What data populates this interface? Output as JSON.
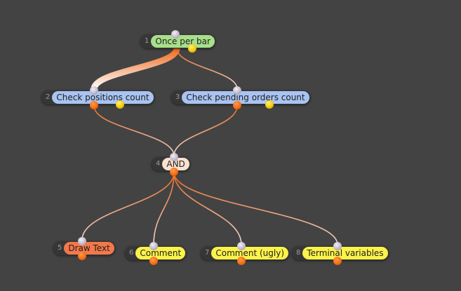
{
  "canvas": {
    "background": "#434343"
  },
  "colors": {
    "green": "#a8e08a",
    "blue": "#a9c4f2",
    "logic": "#fbe1cf",
    "red": "#f4784a",
    "yellow": "#fbf24a",
    "wire_orange": "#ee6a1c",
    "wire_light": "#f0d6d2"
  },
  "nodes": [
    {
      "id": "n1",
      "num": "1",
      "label": "Once per bar",
      "color": "green"
    },
    {
      "id": "n2",
      "num": "2",
      "label": "Check positions count",
      "color": "blue"
    },
    {
      "id": "n3",
      "num": "3",
      "label": "Check pending orders count",
      "color": "blue"
    },
    {
      "id": "n4",
      "num": "4",
      "label": "AND",
      "color": "logic"
    },
    {
      "id": "n5",
      "num": "5",
      "label": "Draw Text",
      "color": "red"
    },
    {
      "id": "n6",
      "num": "6",
      "label": "Comment",
      "color": "yellow"
    },
    {
      "id": "n7",
      "num": "7",
      "label": "Comment (ugly)",
      "color": "yellow"
    },
    {
      "id": "n8",
      "num": "8",
      "label": "Terminal variables",
      "color": "yellow"
    }
  ],
  "connections": [
    {
      "from": "n1",
      "to": "n2",
      "selected": true
    },
    {
      "from": "n1",
      "to": "n3",
      "selected": false
    },
    {
      "from": "n2",
      "to": "n4",
      "selected": false
    },
    {
      "from": "n3",
      "to": "n4",
      "selected": false
    },
    {
      "from": "n4",
      "to": "n5",
      "selected": false
    },
    {
      "from": "n4",
      "to": "n6",
      "selected": false
    },
    {
      "from": "n4",
      "to": "n7",
      "selected": false
    },
    {
      "from": "n4",
      "to": "n8",
      "selected": false
    }
  ]
}
